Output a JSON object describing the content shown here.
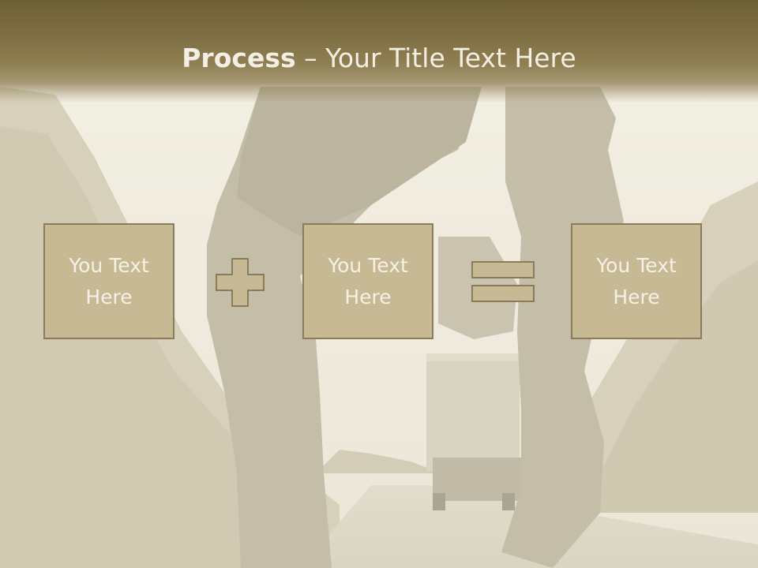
{
  "slide": {
    "title_bold": "Process",
    "title_rest": " – Your Title Text Here",
    "boxes": [
      {
        "label": "You Text Here"
      },
      {
        "label": "You Text Here"
      },
      {
        "label": "You Text Here"
      }
    ],
    "operators": [
      "plus-icon",
      "equals-icon"
    ]
  },
  "colors": {
    "title_bar": "#7e6e43",
    "box_fill": "#c7b994",
    "box_border": "#8a7c58",
    "text_light": "#f5f1e6"
  }
}
